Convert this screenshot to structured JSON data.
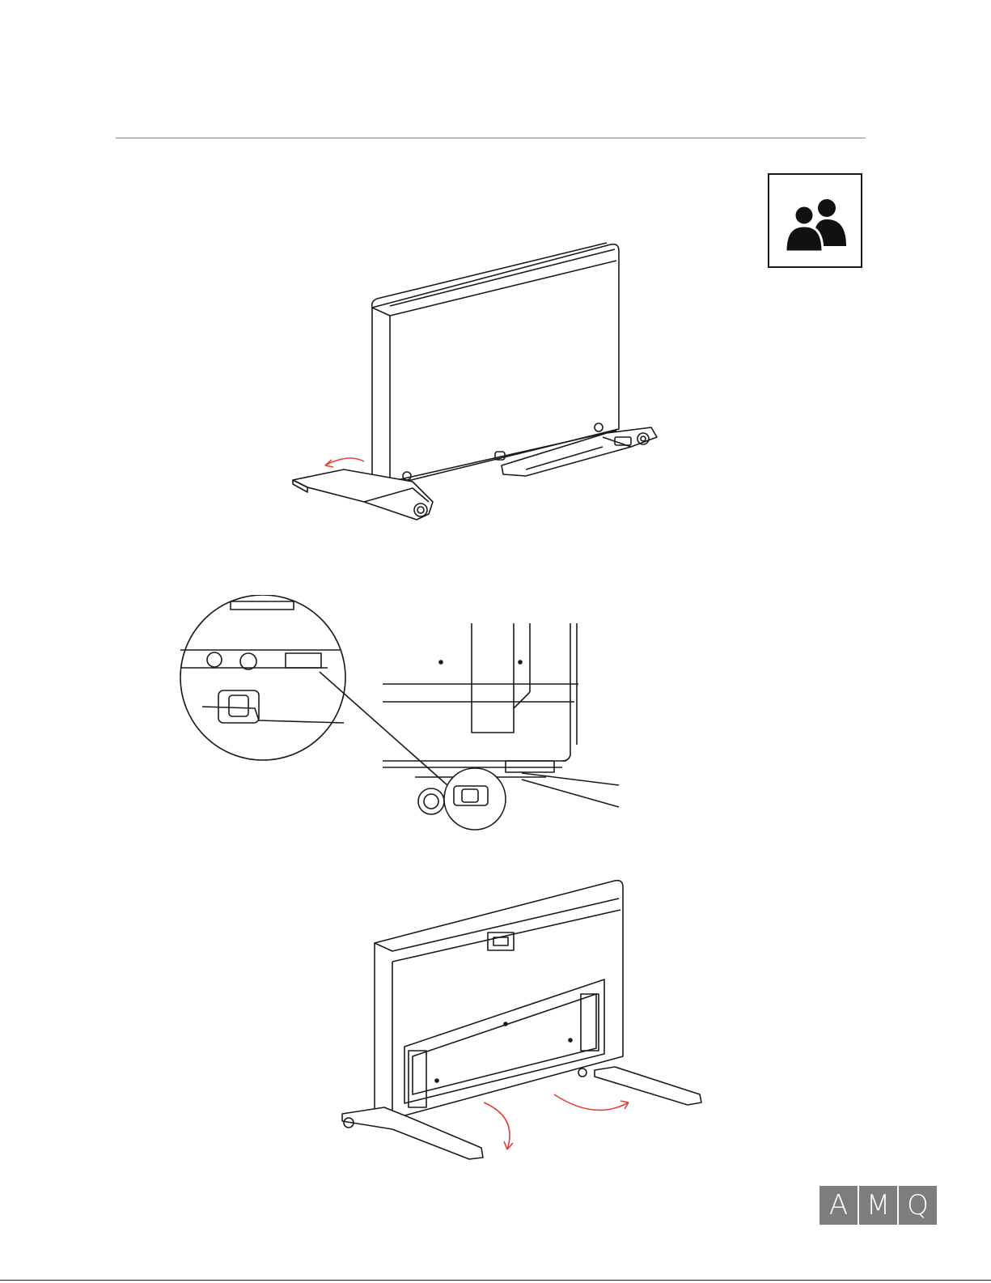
{
  "badge": {
    "icon": "two-persons-icon",
    "meaning": ""
  },
  "steps": [
    {
      "name": "tilt-feet-step",
      "arrow_color": "#e0413a"
    },
    {
      "name": "lock-detail-step"
    },
    {
      "name": "rotate-feet-step",
      "arrow_color": "#e0413a"
    }
  ],
  "logo": {
    "letters": [
      "A",
      "M",
      "Q"
    ],
    "color": "#7d7d7d"
  }
}
